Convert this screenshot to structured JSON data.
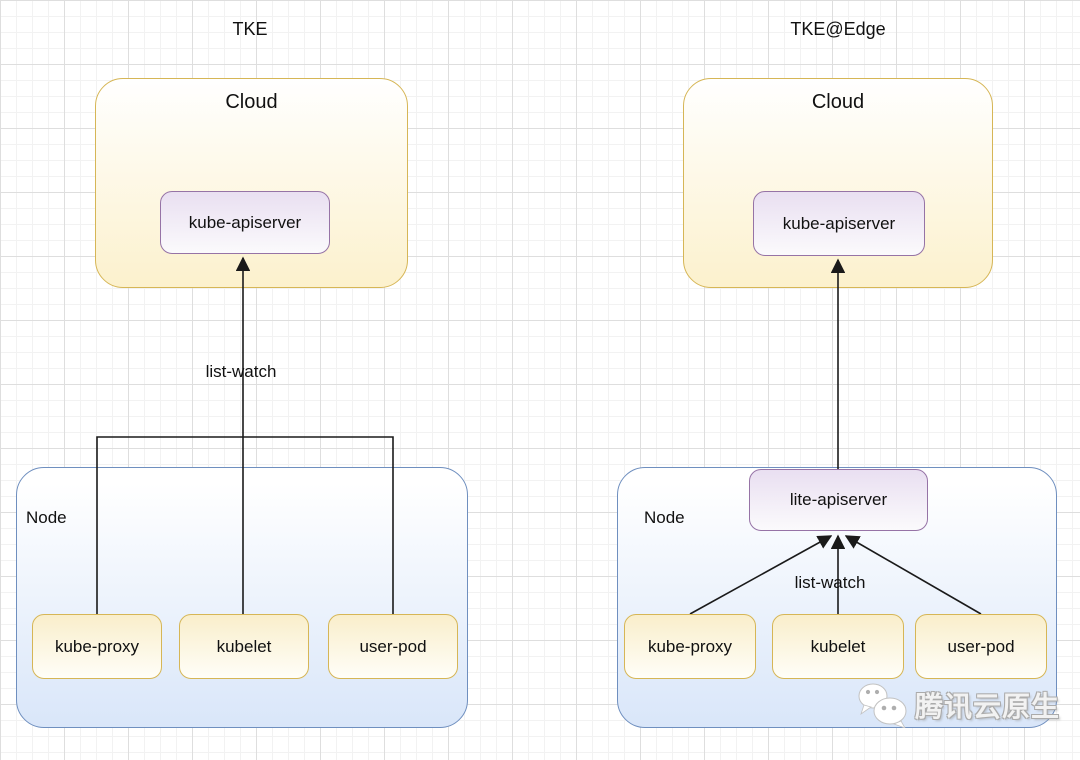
{
  "panels": {
    "left": {
      "title": "TKE",
      "cloud": {
        "label": "Cloud",
        "apiserver_label": "kube-apiserver"
      },
      "connection_label": "list-watch",
      "node": {
        "label": "Node",
        "components": [
          "kube-proxy",
          "kubelet",
          "user-pod"
        ]
      }
    },
    "right": {
      "title": "TKE@Edge",
      "cloud": {
        "label": "Cloud",
        "apiserver_label": "kube-apiserver"
      },
      "node": {
        "label": "Node",
        "lite_apiserver_label": "lite-apiserver",
        "connection_label": "list-watch",
        "components": [
          "kube-proxy",
          "kubelet",
          "user-pod"
        ]
      }
    }
  },
  "watermark": {
    "icon": "wechat-chat-bubbles-icon",
    "brand_text": "腾讯云原生"
  },
  "colors": {
    "yellow_border": "#d6b656",
    "yellow_fill": "#fcf1cd",
    "blue_border": "#6f8fbf",
    "blue_fill": "#d9e6f9",
    "purple_border": "#9673a6",
    "purple_fill": "#e9dff1",
    "connector_line": "#1a1a1a",
    "grid_minor": "#f2f2f2",
    "grid_major": "#dedede",
    "watermark_gray": "#ababab"
  }
}
